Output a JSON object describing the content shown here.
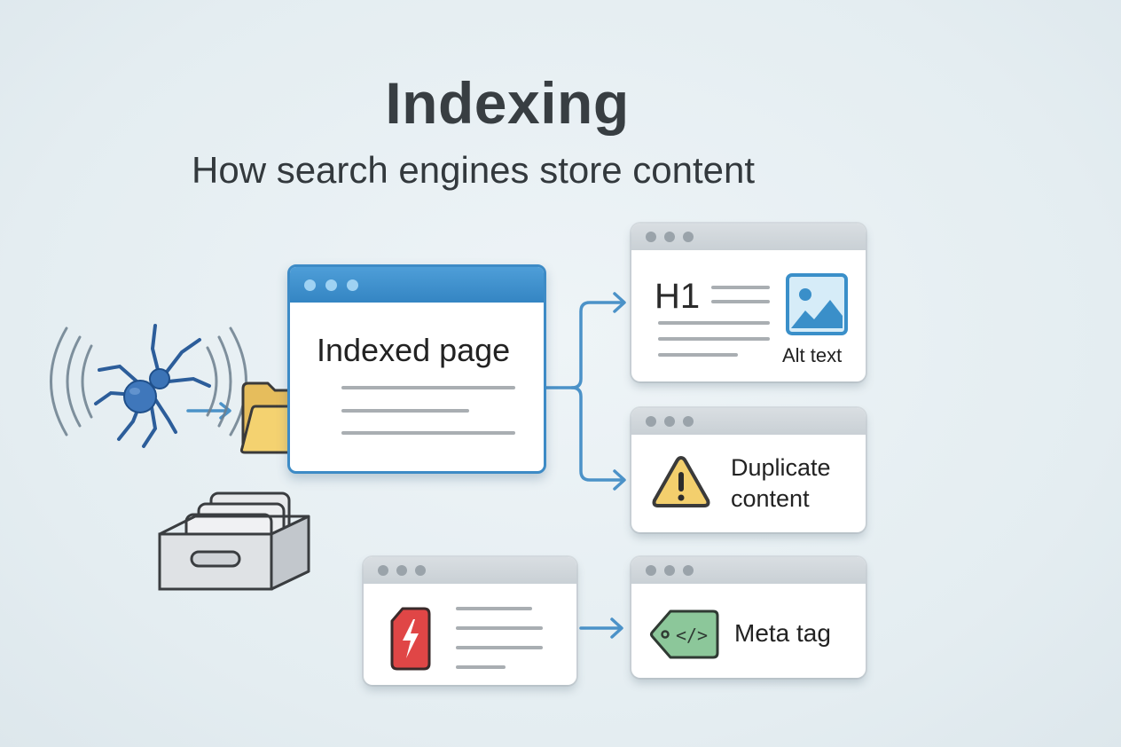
{
  "header": {
    "title": "Indexing",
    "subtitle": "How search engines store content"
  },
  "nodes": {
    "crawler": {
      "icon": "spider-icon",
      "label": ""
    },
    "folder": {
      "icon": "folder-icon"
    },
    "archive": {
      "icon": "file-drawer-icon"
    },
    "indexed_page": {
      "label": "Indexed page",
      "window": "main"
    },
    "headings_card": {
      "heading": "H1",
      "image_label": "Alt text",
      "image_icon": "image-icon"
    },
    "duplicate_card": {
      "label_line1": "Duplicate",
      "label_line2": "content",
      "icon": "warning-icon"
    },
    "source_card": {
      "icon": "pdf-flash-icon"
    },
    "meta_card": {
      "label": "Meta tag",
      "icon": "code-tag-icon",
      "glyph": "</>"
    }
  },
  "colors": {
    "accent_blue": "#3d8bc6",
    "arrow_blue": "#4b92c8",
    "spider_blue": "#2f64a8",
    "folder_yellow": "#f2cf6b",
    "warning_yellow": "#f3cf6d",
    "pdf_red": "#e04646",
    "tag_green": "#8cc79a",
    "background": "#e6eef2"
  }
}
